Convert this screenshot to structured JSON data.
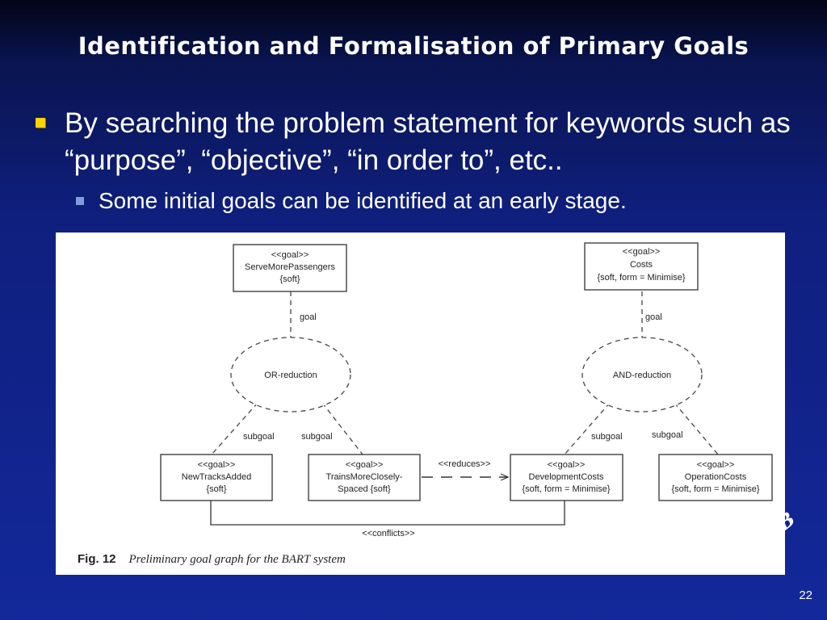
{
  "slide": {
    "title": "Identification and Formalisation of Primary Goals",
    "bullet1": "By searching the problem statement for keywords such as “purpose”, “objective”, “in order to”, etc..",
    "bullet2": "Some initial goals can be identified at an early stage.",
    "page_number": "22",
    "logo_text": "P·NAB"
  },
  "figure": {
    "caption_label": "Fig. 12",
    "caption_text": "Preliminary goal graph for the BART system",
    "nodes": {
      "serve": [
        "<<goal>>",
        "ServeMorePassengers",
        "{soft}"
      ],
      "costs": [
        "<<goal>>",
        "Costs",
        "{soft, form = Minimise}"
      ],
      "newtracks": [
        "<<goal>>",
        "NewTracksAdded",
        "{soft}"
      ],
      "trains": [
        "<<goal>>",
        "TrainsMoreClosely-",
        "Spaced {soft}"
      ],
      "devcosts": [
        "<<goal>>",
        "DevelopmentCosts",
        "{soft, form = Minimise}"
      ],
      "opcosts": [
        "<<goal>>",
        "OperationCosts",
        "{soft, form = Minimise}"
      ]
    },
    "reductions": {
      "or": "OR-reduction",
      "and": "AND-reduction"
    },
    "edge_labels": {
      "goal_left": "goal",
      "goal_right": "goal",
      "subgoal_1": "subgoal",
      "subgoal_2": "subgoal",
      "subgoal_3": "subgoal",
      "subgoal_4": "subgoal",
      "reduces": "<<reduces>>",
      "conflicts": "<<conflicts>>"
    }
  }
}
